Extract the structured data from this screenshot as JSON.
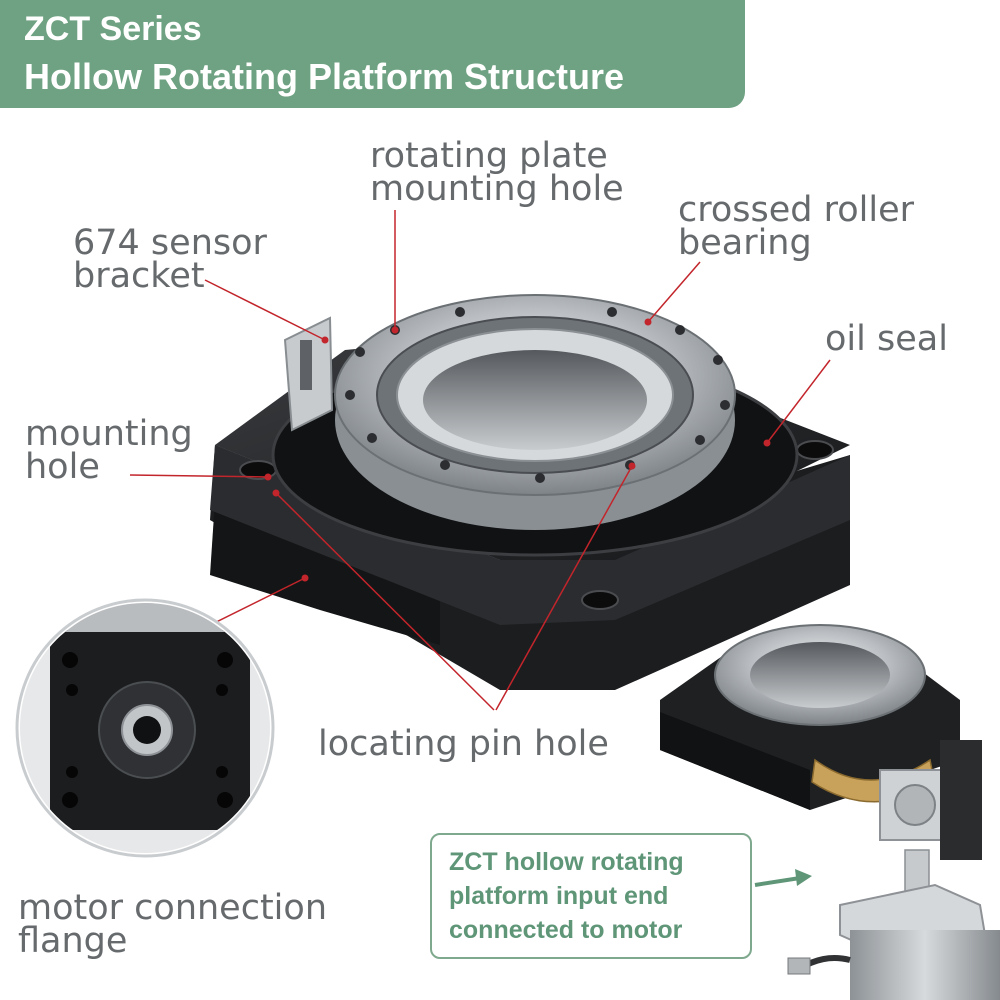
{
  "banner": {
    "title_line1": "ZCT Series",
    "title_line2": "Hollow Rotating Platform Structure",
    "color": "#6fa282"
  },
  "labels": {
    "rotating_plate_mounting_hole": [
      "rotating plate",
      "mounting hole"
    ],
    "crossed_roller_bearing": [
      "crossed roller",
      "bearing"
    ],
    "sensor_bracket": [
      "674 sensor",
      "bracket"
    ],
    "oil_seal": [
      "oil seal"
    ],
    "mounting_hole": [
      "mounting",
      "hole"
    ],
    "locating_pin_hole": [
      "locating pin hole"
    ],
    "motor_connection_flange": [
      "motor connection",
      "flange"
    ]
  },
  "callout": {
    "lines": [
      "ZCT hollow rotating",
      "platform input end",
      "connected to motor"
    ],
    "color": "#5f9678"
  },
  "colors": {
    "leader_line": "#c2252b",
    "label_text": "#666a6c",
    "housing": "#1f2022",
    "steel": "#b8bcc0",
    "gear": "#c8a15a"
  }
}
